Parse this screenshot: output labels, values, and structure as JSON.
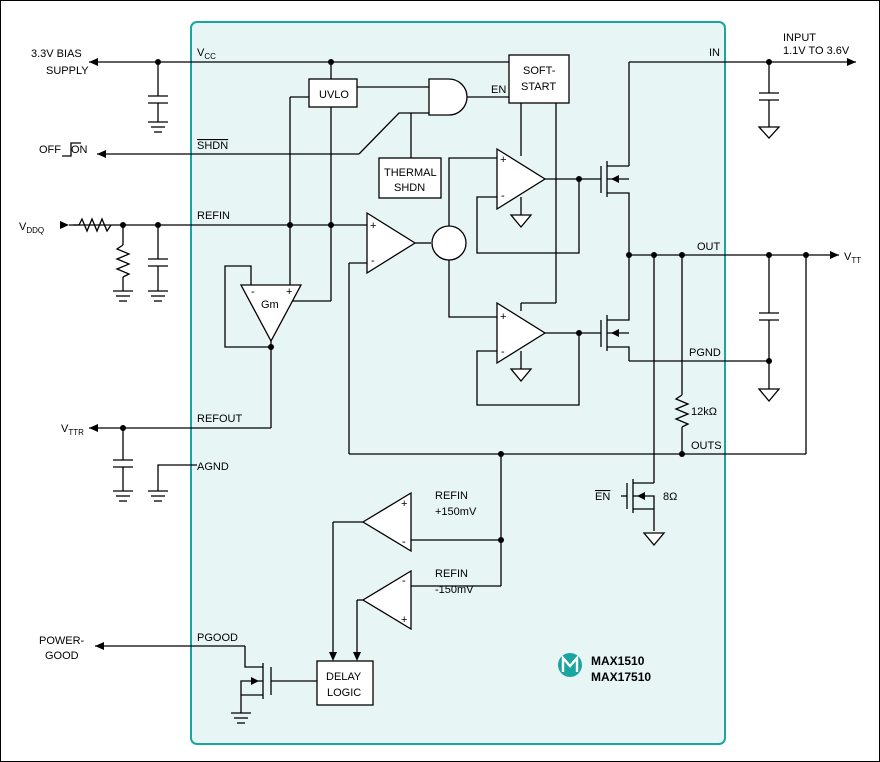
{
  "labels": {
    "bias_supply_1": "3.3V BIAS",
    "bias_supply_2": "SUPPLY",
    "vcc": "V",
    "vcc_sub": "CC",
    "input_1": "INPUT",
    "input_2": "1.1V TO 3.6V",
    "in": "IN",
    "uvlo": "UVLO",
    "en": "EN",
    "soft_start_1": "SOFT-",
    "soft_start_2": "START",
    "off": "OFF",
    "on": "ON",
    "shdn": "SHDN",
    "thermal_1": "THERMAL",
    "thermal_2": "SHDN",
    "vddq": "V",
    "vddq_sub": "DDQ",
    "refin": "REFIN",
    "gm": "Gm",
    "out": "OUT",
    "vtt": "V",
    "vtt_sub": "TT",
    "pgnd": "PGND",
    "vttr": "V",
    "vttr_sub": "TTR",
    "refout": "REFOUT",
    "agnd": "AGND",
    "r12k": "12kΩ",
    "outs": "OUTS",
    "en_bar": "EN",
    "r8": "8Ω",
    "refin_p_1": "REFIN",
    "refin_p_2": "+150mV",
    "refin_m_1": "REFIN",
    "refin_m_2": "-150mV",
    "power_good_1": "POWER-",
    "power_good_2": "GOOD",
    "pgood": "PGOOD",
    "delay_1": "DELAY",
    "delay_2": "LOGIC",
    "part_1": "MAX1510",
    "part_2": "MAX17510",
    "plus": "+",
    "minus": "-"
  },
  "colors": {
    "chip_fill": "#e8f5f5",
    "chip_border": "#1aa5a0",
    "logo": "#1aa5a0"
  }
}
